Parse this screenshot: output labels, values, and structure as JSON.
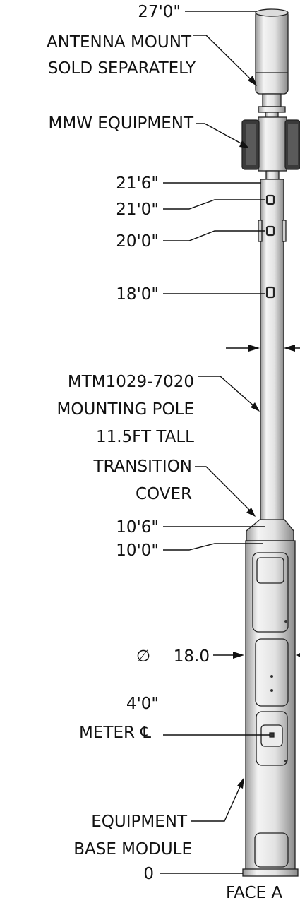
{
  "labels": {
    "top_elev": "27'0\"",
    "antenna_1": "ANTENNA MOUNT",
    "antenna_2": "SOLD SEPARATELY",
    "mmw": "MMW EQUIPMENT",
    "e21_6": "21'6\"",
    "e21_0": "21'0\"",
    "e20_0": "20'0\"",
    "e18_0": "18'0\"",
    "pole_1": "MTM1029-7020",
    "pole_2": "MOUNTING POLE",
    "pole_3": "11.5FT TALL",
    "trans_1": "TRANSITION",
    "trans_2": "COVER",
    "e10_6": "10'6\"",
    "e10_0": "10'0\"",
    "diameter_symbol": "∅",
    "diameter_value": "18.0",
    "e4_0": "4'0\"",
    "meter": "METER",
    "centerline_symbol": "℄",
    "base_1": "EQUIPMENT",
    "base_2": "BASE MODULE",
    "e0": "0",
    "face": "FACE A"
  },
  "colors": {
    "line": "#111111",
    "metal_light": "#f2f2f2",
    "metal_dark": "#9a9a9a",
    "equipment": "#3a3a3a",
    "marker": "#222222"
  }
}
